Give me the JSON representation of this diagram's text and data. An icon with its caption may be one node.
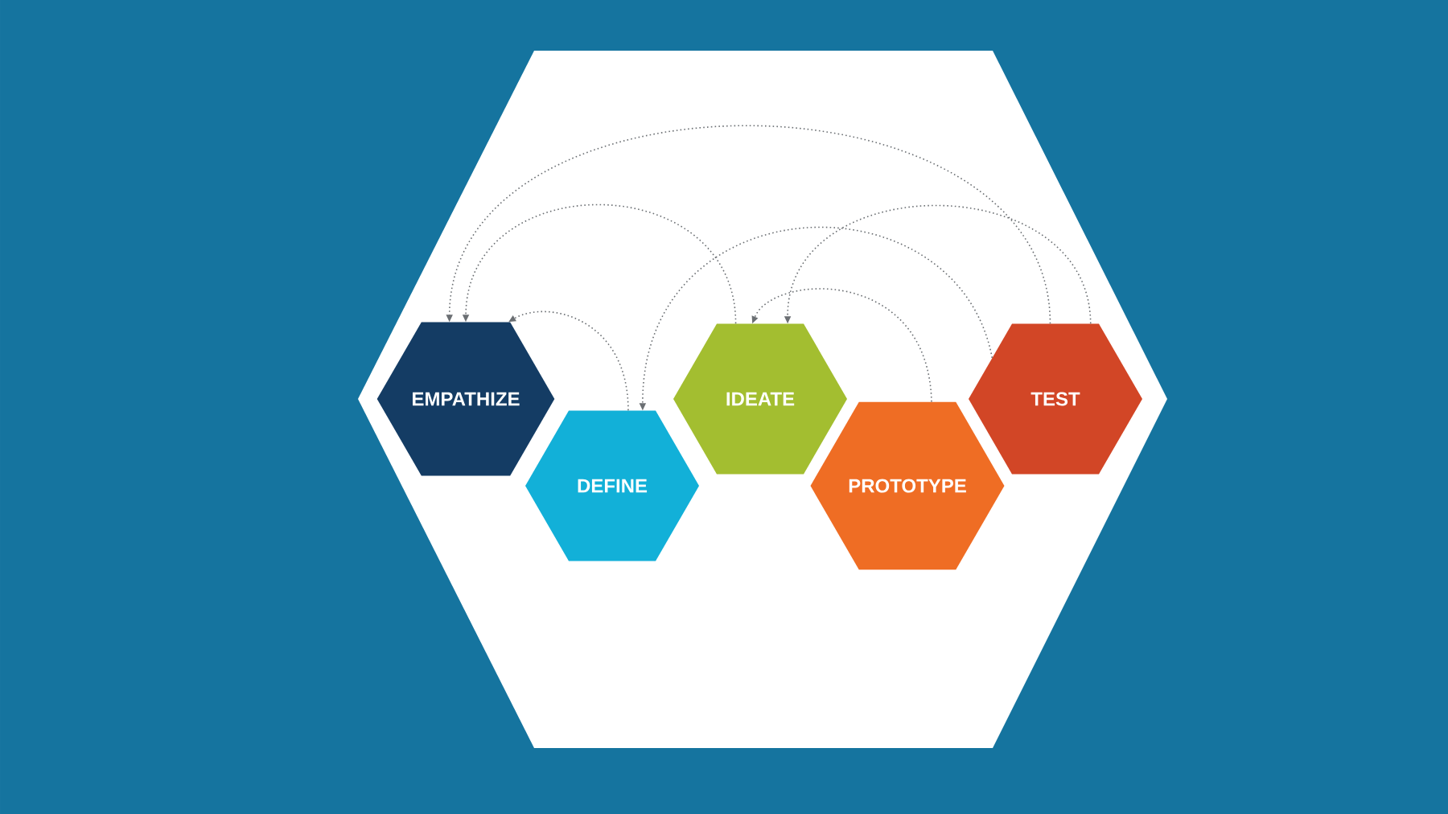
{
  "diagram": {
    "nodes": [
      {
        "text": [
          "EMPATHIZE"
        ]
      },
      {
        "text": [
          "DEFINE"
        ]
      },
      {
        "text": [
          "IDEATE"
        ]
      },
      {
        "text": [
          "PROTOTYPE"
        ]
      },
      {
        "text": [
          "TEST"
        ]
      }
    ],
    "edges": [
      {
        "from": 1,
        "to": 0,
        "arrow": "to"
      },
      {
        "from": 2,
        "to": 0,
        "arrow": "to"
      },
      {
        "from": 4,
        "to": 0,
        "arrow": "to"
      },
      {
        "from": 4,
        "to": 1,
        "arrow": "to"
      },
      {
        "from": 3,
        "to": 2,
        "arrow": "to"
      },
      {
        "from": 4,
        "to": 2,
        "arrow": "to"
      }
    ]
  }
}
